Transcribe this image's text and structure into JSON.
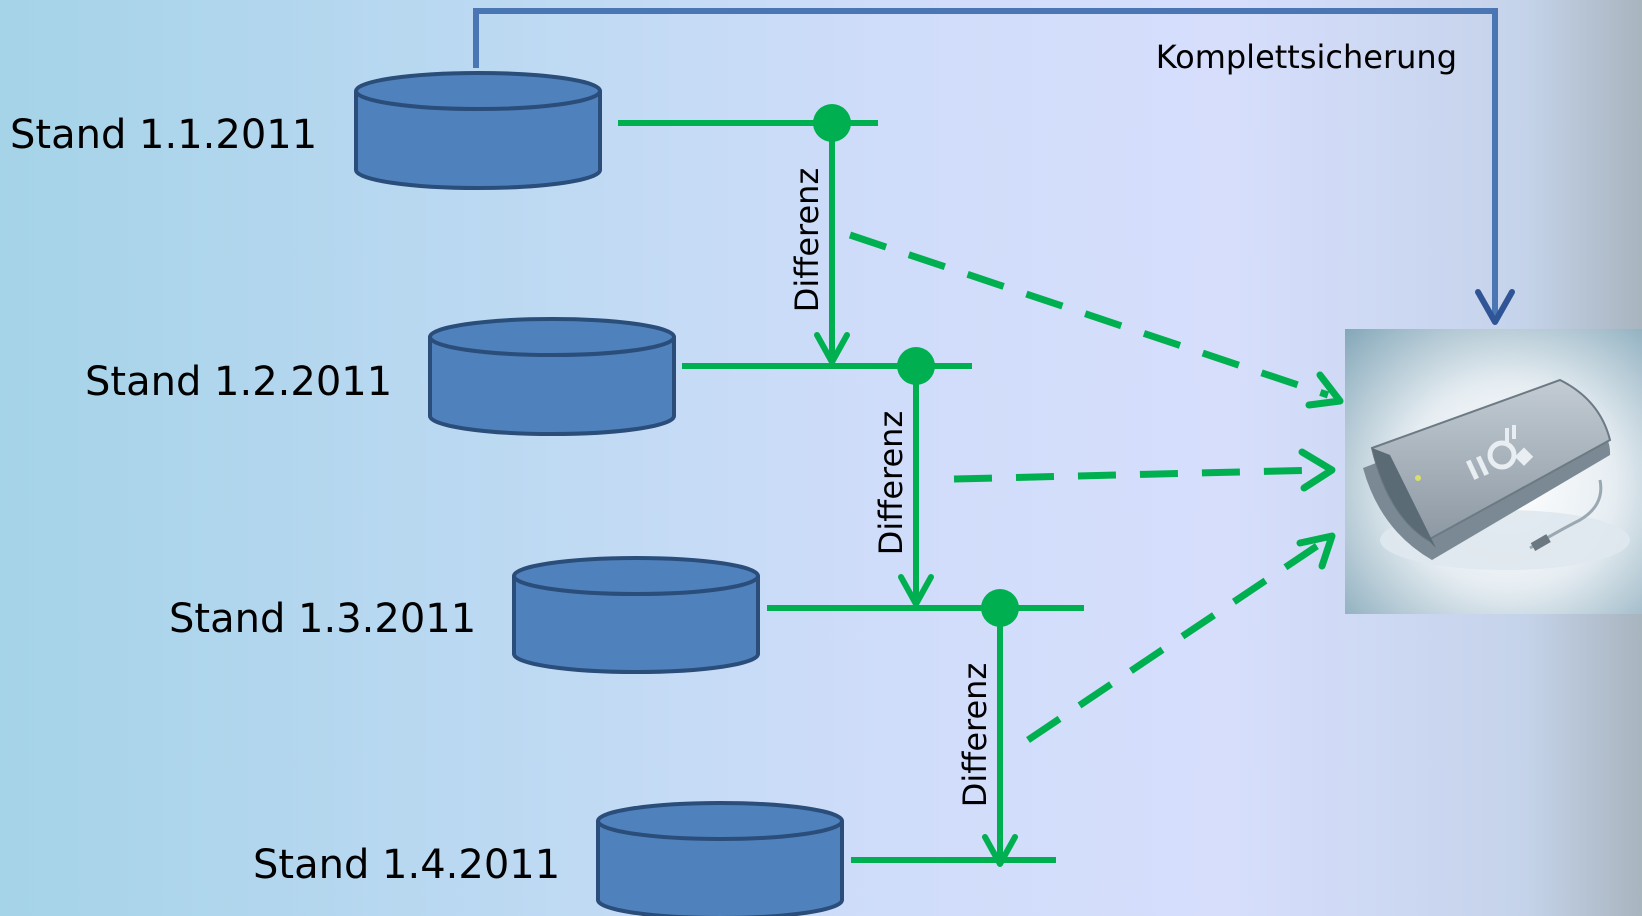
{
  "diagram": {
    "stands": [
      {
        "label": "Stand 1.1.2011"
      },
      {
        "label": "Stand 1.2.2011"
      },
      {
        "label": "Stand 1.3.2011"
      },
      {
        "label": "Stand 1.4.2011"
      }
    ],
    "diff_labels": [
      "Differenz",
      "Differenz",
      "Differenz"
    ],
    "full_backup_label": "Komplettsicherung",
    "colors": {
      "disk_fill": "#4f81bd",
      "disk_stroke": "#2a4d7a",
      "green": "#00b050",
      "backup_line": "#2f5597"
    }
  }
}
